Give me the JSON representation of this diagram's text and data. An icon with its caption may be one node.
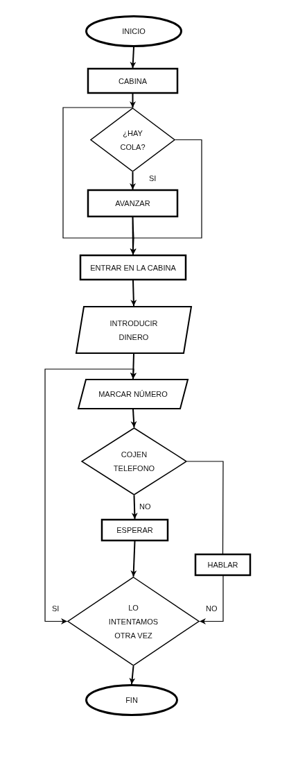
{
  "diagram": {
    "nodes": [
      {
        "text": [
          "INICIO"
        ]
      },
      {
        "text": [
          "CABINA"
        ]
      },
      {
        "text": [
          "¿HAY COLA?"
        ]
      },
      {
        "text": [
          "AVANZAR"
        ]
      },
      {
        "text": [
          "ENTRAR EN LA CABINA"
        ]
      },
      {
        "text": [
          "INTRODUCIR DINERO"
        ]
      },
      {
        "text": [
          "MARCAR NÚMERO"
        ]
      },
      {
        "text": [
          "COJEN TELEFONO"
        ]
      },
      {
        "text": [
          "ESPERAR"
        ]
      },
      {
        "text": [
          "HABLAR"
        ]
      },
      {
        "text": [
          "LO INTENTAMOS OTRA VEZ"
        ]
      },
      {
        "text": [
          "FIN"
        ]
      }
    ],
    "edges": [
      {
        "from": 0,
        "to": 1,
        "arrow": "to"
      },
      {
        "from": 1,
        "to": 2,
        "arrow": "to"
      },
      {
        "from": 2,
        "to": 3,
        "arrow": "to",
        "label": "SI"
      },
      {
        "from": 3,
        "to": 4,
        "arrow": "to"
      },
      {
        "from": 2,
        "to": 4,
        "arrow": "to"
      },
      {
        "from": 3,
        "to": 2,
        "arrow": "none"
      },
      {
        "from": 4,
        "to": 5,
        "arrow": "to"
      },
      {
        "from": 5,
        "to": 6,
        "arrow": "to"
      },
      {
        "from": 10,
        "to": 6,
        "arrow": "both",
        "label": "SI"
      },
      {
        "from": 6,
        "to": 7,
        "arrow": "to"
      },
      {
        "from": 7,
        "to": 8,
        "arrow": "to",
        "label": "NO"
      },
      {
        "from": 8,
        "to": 10,
        "arrow": "to"
      },
      {
        "from": 7,
        "to": 9,
        "arrow": "none"
      },
      {
        "from": 9,
        "to": 10,
        "arrow": "to",
        "label": "NO"
      },
      {
        "from": 10,
        "to": 11,
        "arrow": "to"
      }
    ]
  }
}
